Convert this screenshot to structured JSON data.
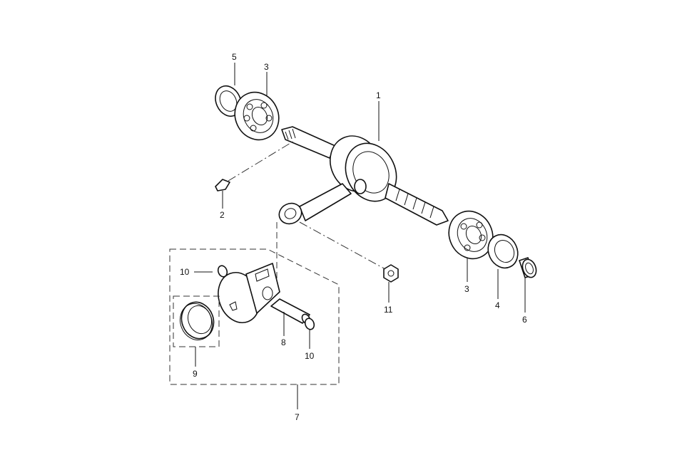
{
  "diagram": {
    "callouts": {
      "c1": "1",
      "c2": "2",
      "c3_top": "3",
      "c3_bottom": "3",
      "c4": "4",
      "c5": "5",
      "c6": "6",
      "c7": "7",
      "c8": "8",
      "c9": "9",
      "c10_left": "10",
      "c10_right": "10",
      "c11": "11"
    }
  }
}
